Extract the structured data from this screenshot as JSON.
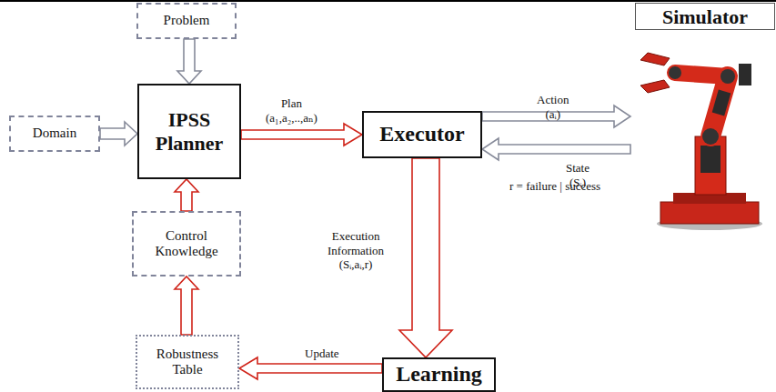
{
  "diagram": {
    "nodes": [
      {
        "text": [
          "Problem"
        ]
      },
      {
        "text": [
          "Domain"
        ]
      },
      {
        "text": [
          "IPSS Planner"
        ]
      },
      {
        "text": [
          "Executor"
        ]
      },
      {
        "text": [
          "Simulator"
        ]
      },
      {
        "text": [
          "Control Knowledge"
        ]
      },
      {
        "text": [
          "Robustness Table"
        ]
      },
      {
        "text": [
          "Learning"
        ]
      }
    ],
    "edges": [
      {
        "from": 0,
        "to": 2,
        "arrow": "to"
      },
      {
        "from": 1,
        "to": 2,
        "arrow": "to"
      },
      {
        "from": 2,
        "to": 3,
        "label": "Plan (a₁,a₂,..,aₙ)",
        "arrow": "to"
      },
      {
        "from": 3,
        "to": 4,
        "label": "Action (aᵢ)",
        "arrow": "to"
      },
      {
        "from": 4,
        "to": 3,
        "label": "State (Sᵢ)",
        "arrow": "to"
      },
      {
        "from": 3,
        "to": 7,
        "label": "Execution Information (Sᵢ,aᵢ,r)",
        "arrow": "to"
      },
      {
        "from": 7,
        "to": 6,
        "label": "Update",
        "arrow": "to"
      },
      {
        "from": 6,
        "to": 5,
        "arrow": "to"
      },
      {
        "from": 5,
        "to": 2,
        "arrow": "to"
      }
    ],
    "labels": [
      "r = failure | success"
    ]
  }
}
